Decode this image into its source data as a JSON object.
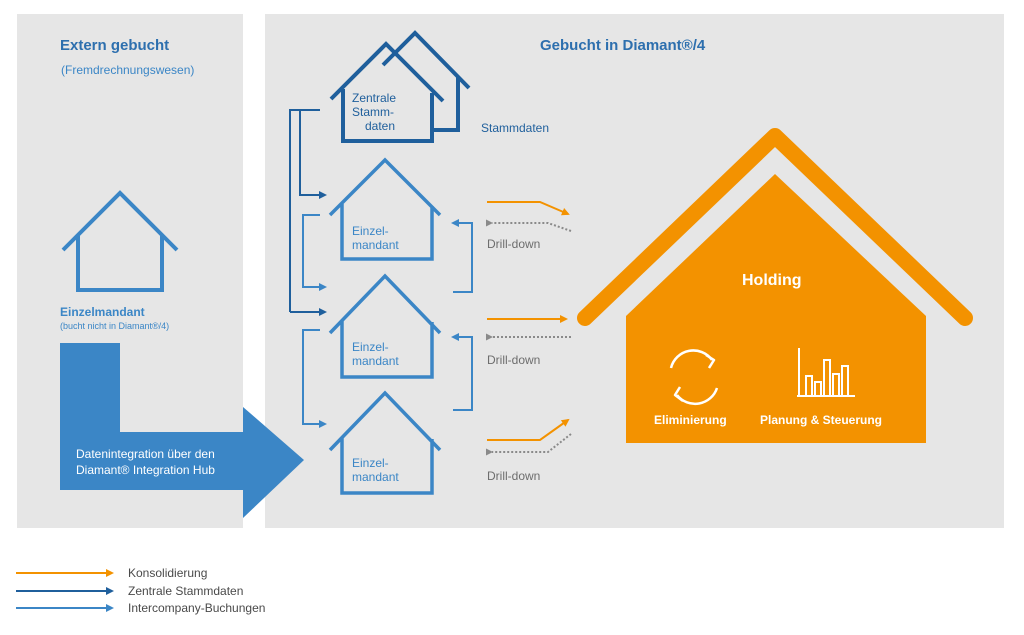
{
  "left_panel": {
    "title": "Extern gebucht",
    "subtitle": "(Fremdrechnungswesen)",
    "house_title": "Einzelmandant",
    "house_subtitle": "(bucht nicht in Diamant®/4)",
    "integration_line1": "Datenintegration über den",
    "integration_line2": "Diamant® Integration Hub"
  },
  "right_panel": {
    "title": "Gebucht in Diamant®/4",
    "central_house": {
      "line1": "Zentrale",
      "line2": "Stamm-",
      "line3": "daten"
    },
    "stammdaten_label": "Stammdaten",
    "mandants": [
      {
        "line1": "Einzel-",
        "line2": "mandant",
        "drill": "Drill-down"
      },
      {
        "line1": "Einzel-",
        "line2": "mandant",
        "drill": "Drill-down"
      },
      {
        "line1": "Einzel-",
        "line2": "mandant",
        "drill": "Drill-down"
      }
    ],
    "holding": {
      "title": "Holding",
      "elim": "Eliminierung",
      "plan": "Planung & Steuerung"
    }
  },
  "legend": [
    {
      "label": "Konsolidierung",
      "color": "#f39200"
    },
    {
      "label": "Zentrale Stammdaten",
      "color": "#1f5f9c"
    },
    {
      "label": "Intercompany-Buchungen",
      "color": "#3b86c6"
    }
  ],
  "colors": {
    "orange": "#f39200",
    "dark_blue": "#1f5f9c",
    "mid_blue": "#3b86c6",
    "panel_gray": "#e6e6e6",
    "drill_gray": "#8a8a8a"
  },
  "icons": [
    "house-icon",
    "refresh-cycle-icon",
    "bar-chart-icon",
    "arrow-icon"
  ]
}
